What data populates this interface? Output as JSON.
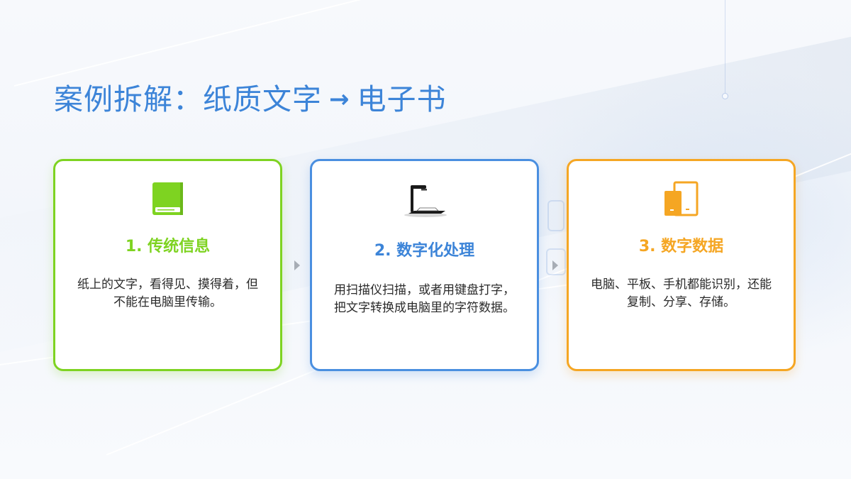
{
  "title": {
    "left": "案例拆解：纸质文字",
    "arrow": "→",
    "right": "电子书"
  },
  "colors": {
    "title": "#3c84d8",
    "green": "#7ed321",
    "blue": "#4a8fe0",
    "orange": "#f5a623",
    "connector": "#a7adb5"
  },
  "cards": [
    {
      "icon": "book-icon",
      "heading": "1. 传统信息",
      "lines": [
        "纸上的文字，看得见、摸得着，但",
        "不能在电脑里传输。"
      ]
    },
    {
      "icon": "document-scanner-icon",
      "heading": "2. 数字化处理",
      "lines": [
        "用扫描仪扫描，或者用键盘打字，",
        "把文字转换成电脑里的字符数据。"
      ]
    },
    {
      "icon": "devices-icon",
      "heading": "3. 数字数据",
      "lines": [
        "电脑、平板、手机都能识别，还能",
        "复制、分享、存储。"
      ]
    }
  ],
  "connectors": [
    "arrow-right-icon",
    "arrow-right-icon"
  ]
}
